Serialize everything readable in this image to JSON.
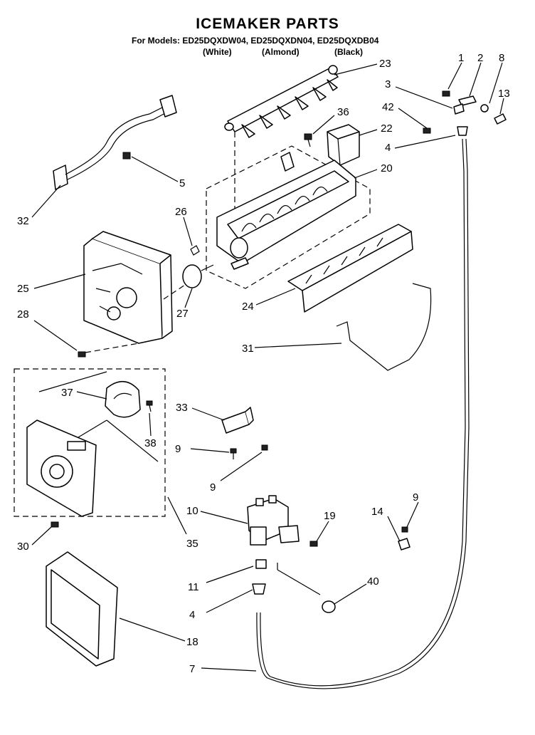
{
  "title": "ICEMAKER PARTS",
  "models_line": "For Models: ED25DQXDW04, ED25DQXDN04, ED25DQXDB04",
  "variants": [
    "(White)",
    "(Almond)",
    "(Black)"
  ],
  "callouts": {
    "c1": "1",
    "c2": "2",
    "c8": "8",
    "c13": "13",
    "c3": "3",
    "c42": "42",
    "c4a": "4",
    "c23": "23",
    "c36": "36",
    "c22": "22",
    "c20": "20",
    "c5": "5",
    "c32": "32",
    "c26": "26",
    "c25": "25",
    "c28": "28",
    "c27": "27",
    "c24": "24",
    "c31": "31",
    "c37": "37",
    "c38": "38",
    "c33": "33",
    "c9a": "9",
    "c9b": "9",
    "c9c": "9",
    "c14": "14",
    "c10": "10",
    "c19": "19",
    "c30": "30",
    "c35": "35",
    "c11": "11",
    "c40": "40",
    "c4b": "4",
    "c18": "18",
    "c7": "7"
  }
}
